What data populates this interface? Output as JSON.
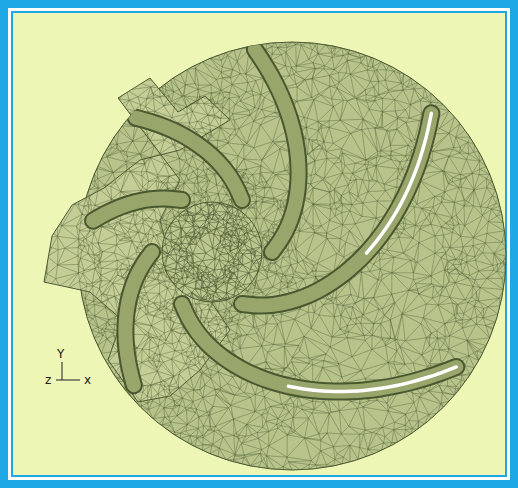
{
  "diagram": {
    "labels": [
      "Y",
      "z",
      "x"
    ]
  }
}
